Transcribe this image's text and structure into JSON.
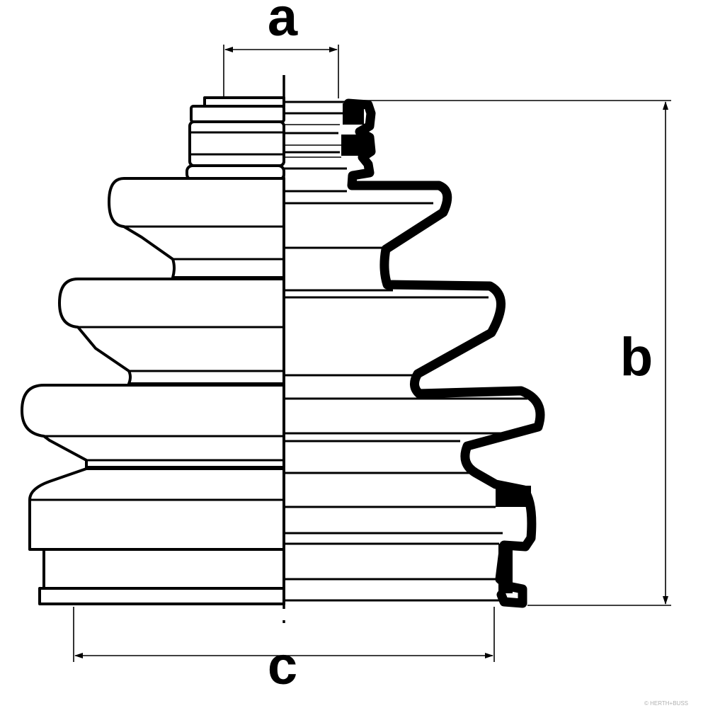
{
  "diagram": {
    "labels": {
      "a": "a",
      "b": "b",
      "c": "c"
    },
    "credit": "© HERTH+BUSS"
  },
  "colors": {
    "line": "#000000",
    "background": "#ffffff",
    "credit": "#b0b0b0"
  }
}
